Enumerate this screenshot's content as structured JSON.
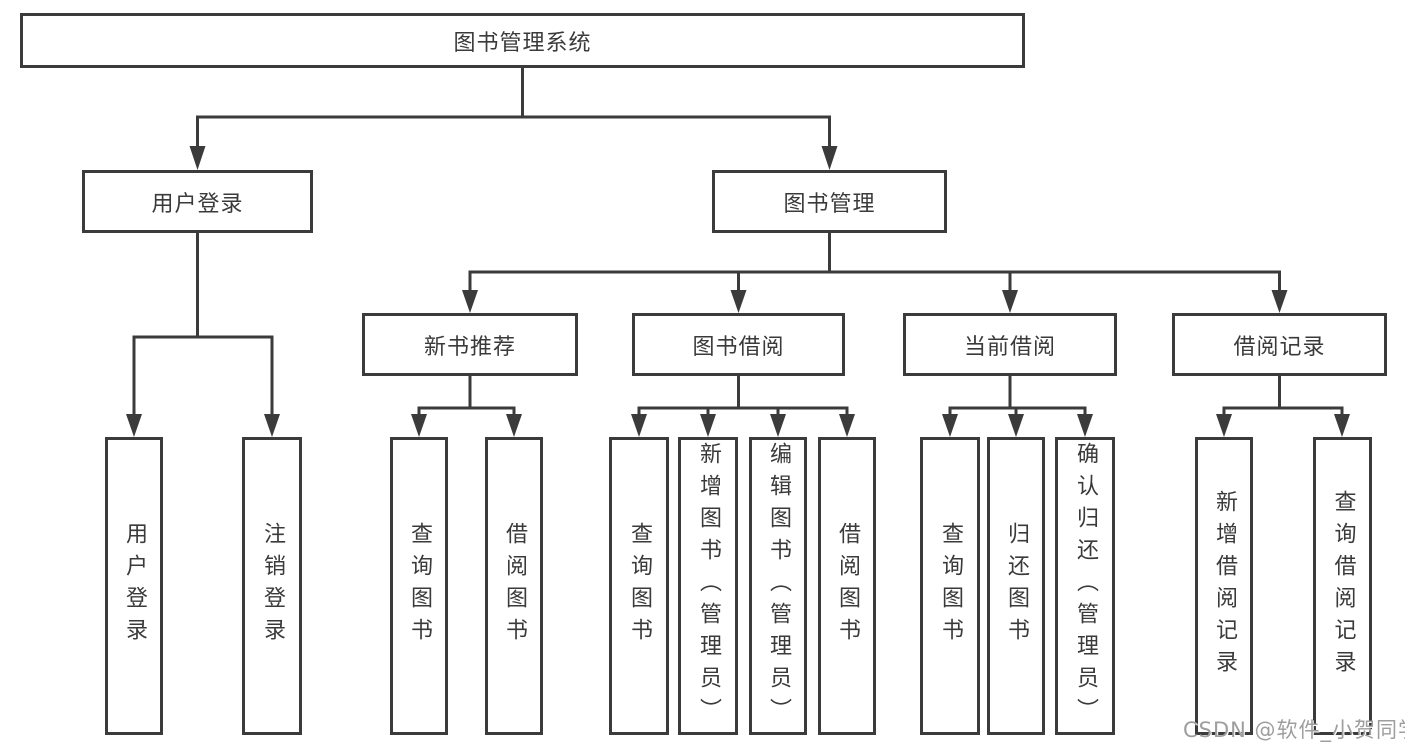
{
  "tree": {
    "label": "图书管理系统",
    "children": [
      {
        "label": "用户登录",
        "children": [
          {
            "label": "用户登录"
          },
          {
            "label": "注销登录"
          }
        ]
      },
      {
        "label": "图书管理",
        "children": [
          {
            "label": "新书推荐",
            "children": [
              {
                "label": "查询图书"
              },
              {
                "label": "借阅图书"
              }
            ]
          },
          {
            "label": "图书借阅",
            "children": [
              {
                "label": "查询图书"
              },
              {
                "label": "新增图书（管理员）"
              },
              {
                "label": "编辑图书（管理员）"
              },
              {
                "label": "借阅图书"
              }
            ]
          },
          {
            "label": "当前借阅",
            "children": [
              {
                "label": "查询图书"
              },
              {
                "label": "归还图书"
              },
              {
                "label": "确认归还（管理员）"
              }
            ]
          },
          {
            "label": "借阅记录",
            "children": [
              {
                "label": "新增借阅记录"
              },
              {
                "label": "查询借阅记录"
              }
            ]
          }
        ]
      }
    ]
  },
  "watermark": {
    "text": "CSDN @软件_小贺同学"
  },
  "colors": {
    "line": "#3b3b3b",
    "text": "#3a3a3a",
    "watermark": "#9e9e9e",
    "background": "#ffffff"
  }
}
